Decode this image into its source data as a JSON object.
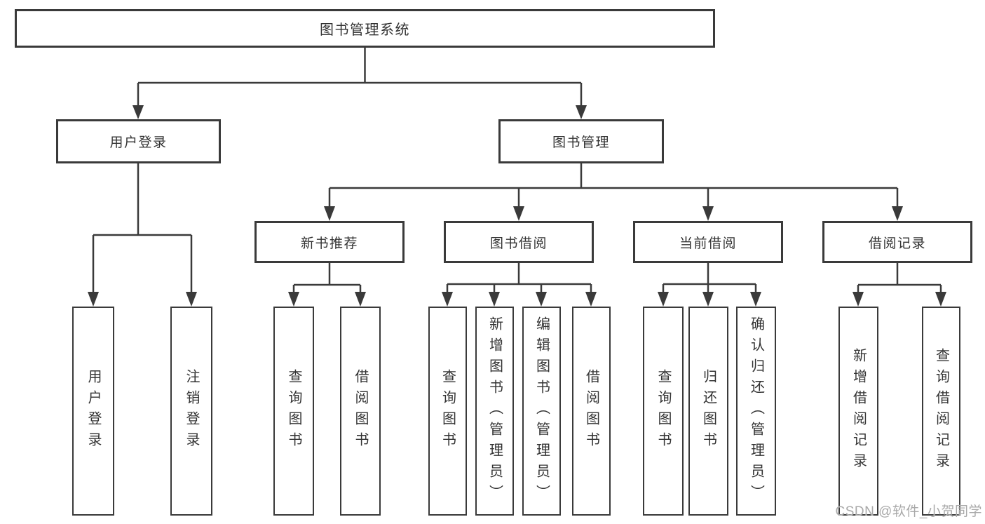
{
  "colors": {
    "line": "#3a3a3a",
    "text": "#333333",
    "watermark": "#a9a9a9"
  },
  "watermark": "CSDN @软件_小贺同学",
  "tree": {
    "root": {
      "label": "图书管理系统"
    },
    "user_login": {
      "label": "用户登录",
      "children": [
        {
          "label": "用户登录"
        },
        {
          "label": "注销登录"
        }
      ]
    },
    "book_management": {
      "label": "图书管理",
      "new_book_recommend": {
        "label": "新书推荐",
        "children": [
          {
            "label": "查询图书"
          },
          {
            "label": "借阅图书"
          }
        ]
      },
      "book_borrow": {
        "label": "图书借阅",
        "children": [
          {
            "label": "查询图书"
          },
          {
            "label": "新增图书（管理员）"
          },
          {
            "label": "编辑图书（管理员）"
          },
          {
            "label": "借阅图书"
          }
        ]
      },
      "current_borrow": {
        "label": "当前借阅",
        "children": [
          {
            "label": "查询图书"
          },
          {
            "label": "归还图书"
          },
          {
            "label": "确认归还（管理员）"
          }
        ]
      },
      "borrow_records": {
        "label": "借阅记录",
        "children": [
          {
            "label": "新增借阅记录"
          },
          {
            "label": "查询借阅记录"
          }
        ]
      }
    }
  }
}
